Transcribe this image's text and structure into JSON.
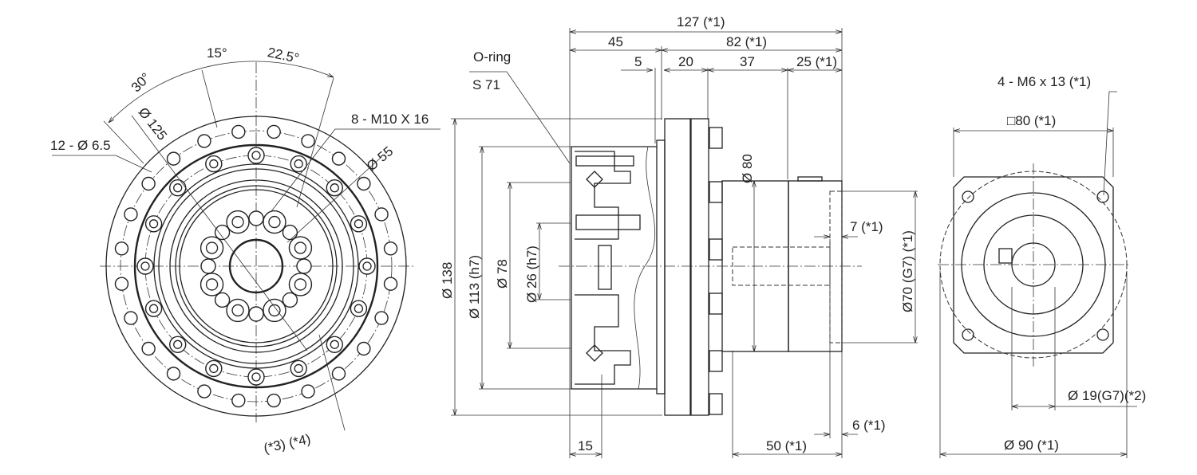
{
  "front_view": {
    "angle_30": "30°",
    "angle_15": "15°",
    "angle_22_5": "22.5°",
    "holes_outer": "12 - Ø 6.5",
    "pcd_125": "Ø 125",
    "tapped_holes": "8 - M10 X 16",
    "pcd_55": "Ø 55",
    "notes": "(*3) (*4)"
  },
  "side_view": {
    "overall_length": "127 (*1)",
    "len_45": "45",
    "len_82": "82 (*1)",
    "len_5": "5",
    "len_20": "20",
    "len_37": "37",
    "len_25": "25 (*1)",
    "oring_label": "O-ring",
    "oring_size": "S 71",
    "dia_138": "Ø 138",
    "dia_113": "Ø 113 (h7)",
    "dia_78": "Ø 78",
    "dia_26": "Ø 26 (h7)",
    "dia_80": "Ø 80",
    "dia_70": "Ø70 (G7) (*1)",
    "len_7": "7 (*1)",
    "len_6": "6 (*1)",
    "len_15": "15",
    "len_50": "50 (*1)"
  },
  "motor_view": {
    "screws": "4 - M6 x 13 (*1)",
    "square": "□80 (*1)",
    "bore": "Ø 19(G7)(*2)",
    "dia_90": "Ø 90 (*1)"
  }
}
